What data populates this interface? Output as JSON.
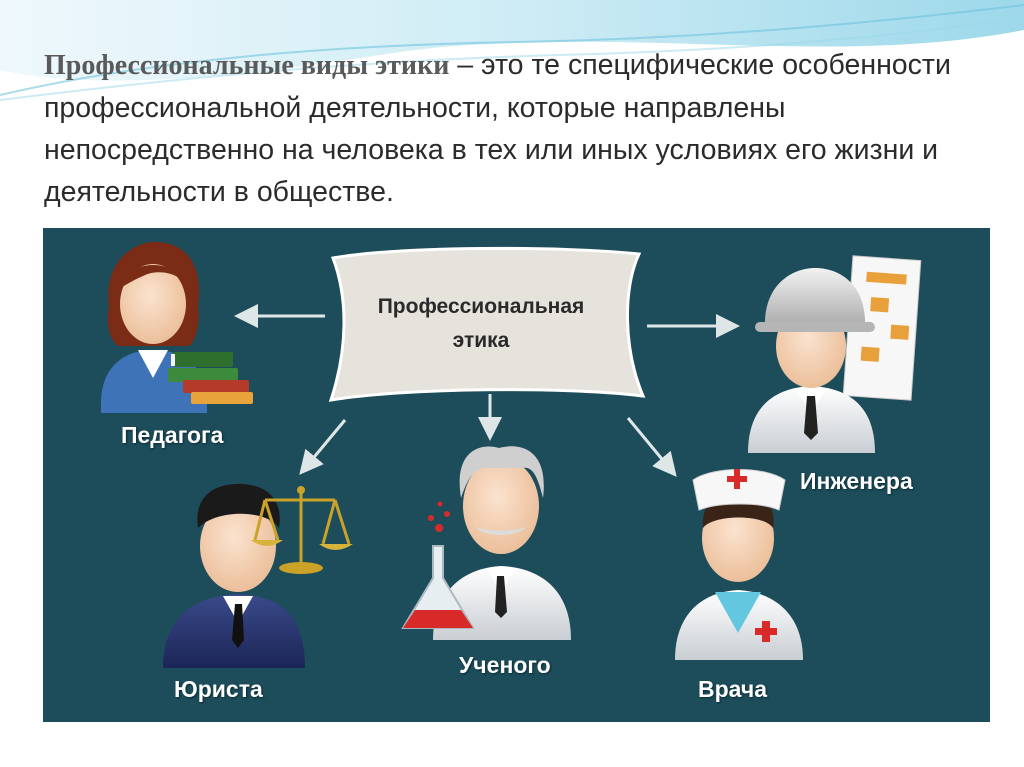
{
  "definition": {
    "term": "Профессиональные виды этики",
    "rest": " – это те специфические особенности профессиональной деятельности, которые направлены непосредственно на человека в тех или иных условиях его жизни и деятельности в обществе."
  },
  "diagram": {
    "center_line1": "Профессиональная",
    "center_line2": "этика",
    "nodes": {
      "teacher": "Педагога",
      "engineer": "Инженера",
      "lawyer": "Юриста",
      "scientist": "Ученого",
      "doctor": "Врача"
    }
  },
  "colors": {
    "panel_bg": "#1d4d5b",
    "center_bg": "#e6e2dc",
    "arrow": "#dfe6e8",
    "label": "#ffffff"
  }
}
